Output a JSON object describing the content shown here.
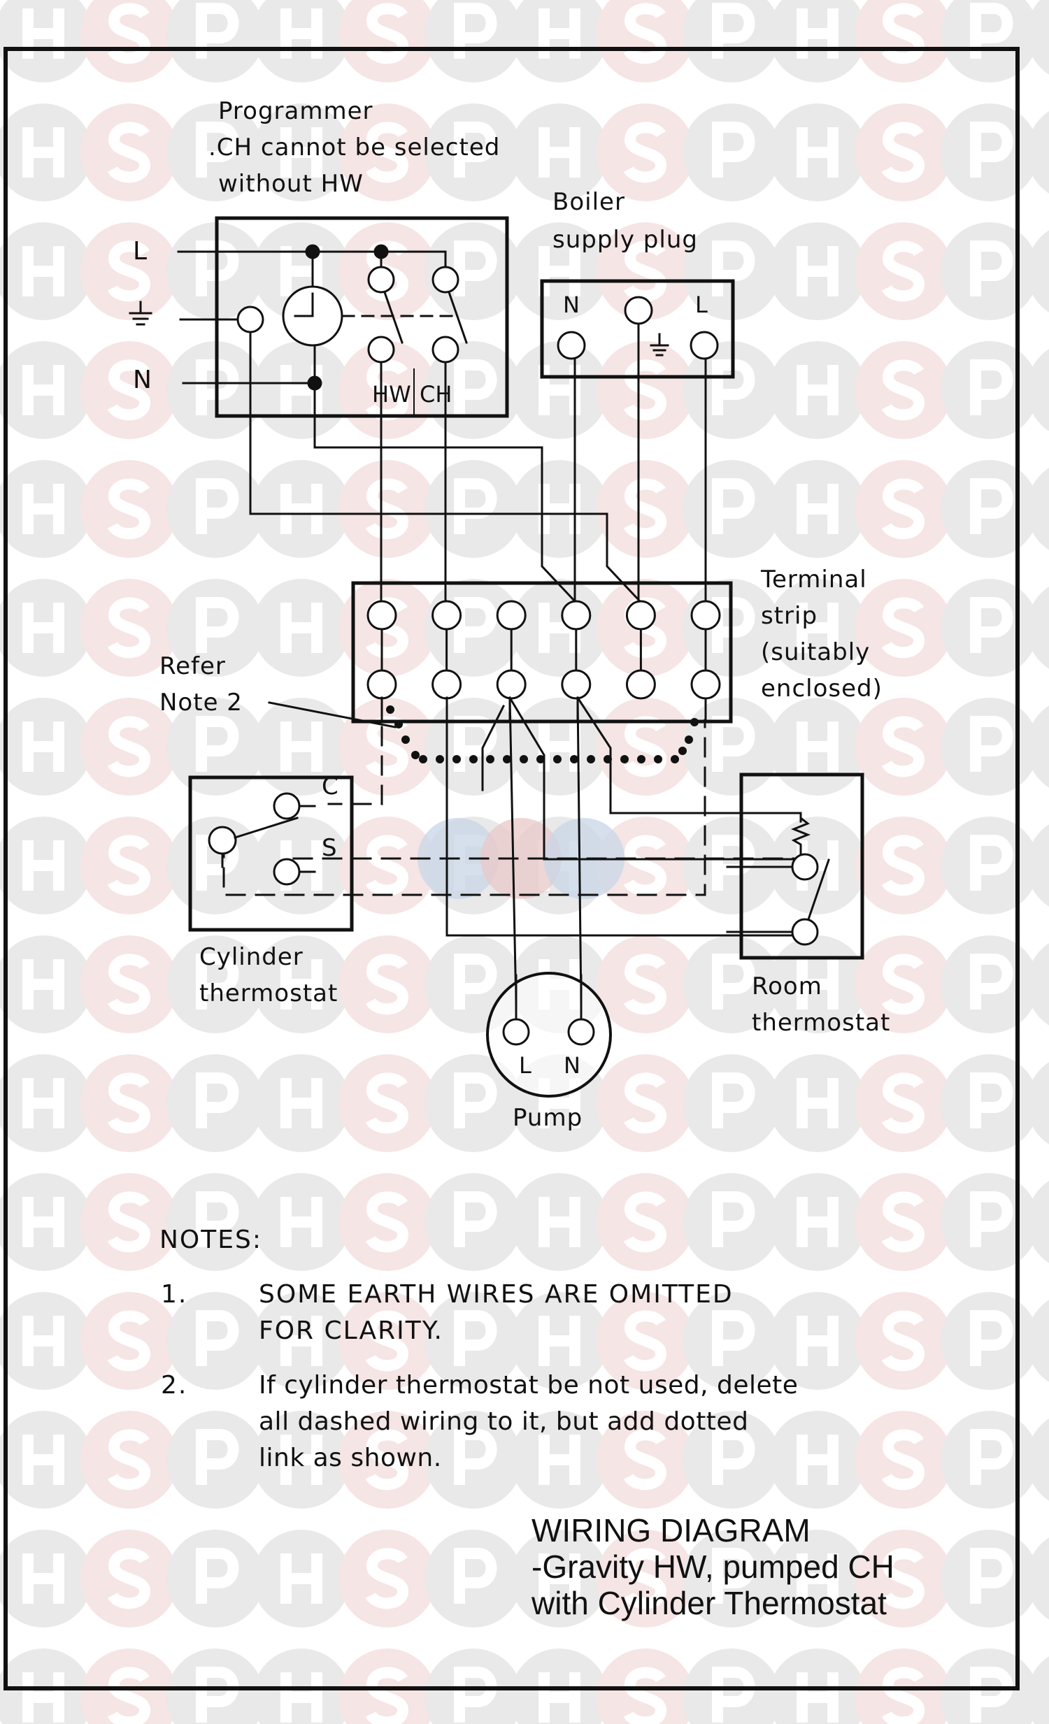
{
  "watermark": {
    "letters": [
      "H",
      "S",
      "P"
    ],
    "colors": {
      "grey": "#e9e9e9",
      "pink": "#f6e5e5",
      "blue": "#c8d6e6",
      "red": "#e8c8c8"
    }
  },
  "programmer": {
    "line1": "Programmer",
    "line2": ".CH cannot be selected",
    "line3": "without HW",
    "terminals": {
      "live": "L",
      "earth": "⏚",
      "neutral": "N"
    },
    "switch_labels": {
      "hw": "HW",
      "ch": "CH"
    }
  },
  "boiler_plug": {
    "line1": "Boiler",
    "line2": "supply plug",
    "terminals": {
      "neutral": "N",
      "live": "L",
      "earth": "⏚"
    }
  },
  "terminal_strip": {
    "line1": "Terminal",
    "line2": "strip",
    "line3": "(suitably",
    "line4": "enclosed)",
    "terminal_count": 6
  },
  "refer_note": {
    "line1": "Refer",
    "line2": "Note 2"
  },
  "cylinder_thermostat": {
    "line1": "Cylinder",
    "line2": "thermostat",
    "contacts": {
      "common": "C",
      "satisfied": "S"
    }
  },
  "room_thermostat": {
    "line1": "Room",
    "line2": "thermostat"
  },
  "pump": {
    "label": "Pump",
    "terminals": {
      "live": "L",
      "neutral": "N"
    }
  },
  "notes": {
    "heading": "NOTES:",
    "items": [
      {
        "num": "1.",
        "lines": [
          "SOME EARTH WIRES ARE OMITTED",
          "FOR CLARITY."
        ]
      },
      {
        "num": "2.",
        "lines": [
          "If cylinder thermostat be not used, delete",
          "all dashed wiring to it, but add dotted",
          "link as shown."
        ]
      }
    ]
  },
  "diagram_title": {
    "line1": "WIRING DIAGRAM",
    "line2": "-Gravity HW, pumped CH",
    "line3": "with Cylinder Thermostat"
  }
}
